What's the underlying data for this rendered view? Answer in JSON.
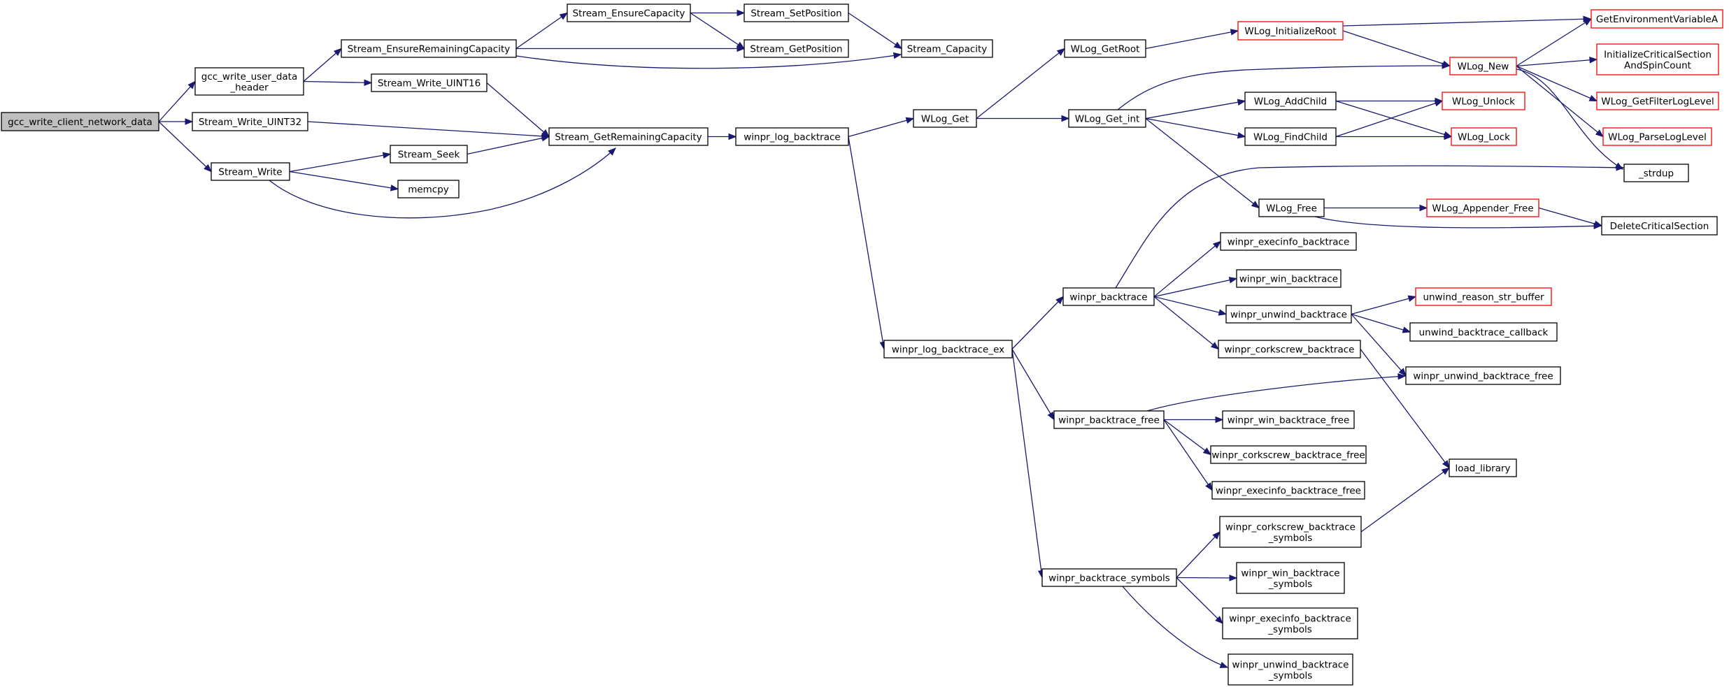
{
  "colors": {
    "edge": "#191970",
    "node_border": "#000000",
    "node_border_truncated": "#ff0000",
    "node_fill": "#ffffff",
    "root_fill": "#bfbfbf",
    "background": "#ffffff"
  },
  "nodes": [
    {
      "id": "gcc_write_client_network_data",
      "lines": [
        "gcc_write_client_network_data"
      ],
      "root": true
    },
    {
      "id": "gcc_write_user_data_header",
      "lines": [
        "gcc_write_user_data",
        "_header"
      ]
    },
    {
      "id": "Stream_Write_UINT32",
      "lines": [
        "Stream_Write_UINT32"
      ]
    },
    {
      "id": "Stream_Write",
      "lines": [
        "Stream_Write"
      ]
    },
    {
      "id": "Stream_EnsureRemainingCapacity",
      "lines": [
        "Stream_EnsureRemainingCapacity"
      ]
    },
    {
      "id": "Stream_Write_UINT16",
      "lines": [
        "Stream_Write_UINT16"
      ]
    },
    {
      "id": "Stream_EnsureCapacity",
      "lines": [
        "Stream_EnsureCapacity"
      ]
    },
    {
      "id": "Stream_SetPosition",
      "lines": [
        "Stream_SetPosition"
      ]
    },
    {
      "id": "Stream_GetPosition",
      "lines": [
        "Stream_GetPosition"
      ]
    },
    {
      "id": "Stream_Capacity",
      "lines": [
        "Stream_Capacity"
      ]
    },
    {
      "id": "Stream_Seek",
      "lines": [
        "Stream_Seek"
      ]
    },
    {
      "id": "memcpy",
      "lines": [
        "memcpy"
      ]
    },
    {
      "id": "Stream_GetRemainingCapacity",
      "lines": [
        "Stream_GetRemainingCapacity"
      ]
    },
    {
      "id": "winpr_log_backtrace",
      "lines": [
        "winpr_log_backtrace"
      ]
    },
    {
      "id": "WLog_Get",
      "lines": [
        "WLog_Get"
      ]
    },
    {
      "id": "WLog_GetRoot",
      "lines": [
        "WLog_GetRoot"
      ]
    },
    {
      "id": "WLog_Get_int",
      "lines": [
        "WLog_Get_int"
      ]
    },
    {
      "id": "WLog_InitializeRoot",
      "lines": [
        "WLog_InitializeRoot"
      ],
      "truncated": true
    },
    {
      "id": "WLog_New",
      "lines": [
        "WLog_New"
      ],
      "truncated": true
    },
    {
      "id": "WLog_AddChild",
      "lines": [
        "WLog_AddChild"
      ]
    },
    {
      "id": "WLog_FindChild",
      "lines": [
        "WLog_FindChild"
      ]
    },
    {
      "id": "WLog_Unlock",
      "lines": [
        "WLog_Unlock"
      ],
      "truncated": true
    },
    {
      "id": "WLog_Lock",
      "lines": [
        "WLog_Lock"
      ],
      "truncated": true
    },
    {
      "id": "GetEnvironmentVariableA",
      "lines": [
        "GetEnvironmentVariableA"
      ],
      "truncated": true
    },
    {
      "id": "InitializeCriticalSectionAndSpinCount",
      "lines": [
        "InitializeCriticalSection",
        "AndSpinCount"
      ],
      "truncated": true
    },
    {
      "id": "WLog_GetFilterLogLevel",
      "lines": [
        "WLog_GetFilterLogLevel"
      ],
      "truncated": true
    },
    {
      "id": "WLog_ParseLogLevel",
      "lines": [
        "WLog_ParseLogLevel"
      ],
      "truncated": true
    },
    {
      "id": "_strdup",
      "lines": [
        "_strdup"
      ]
    },
    {
      "id": "WLog_Free",
      "lines": [
        "WLog_Free"
      ]
    },
    {
      "id": "WLog_Appender_Free",
      "lines": [
        "WLog_Appender_Free"
      ],
      "truncated": true
    },
    {
      "id": "DeleteCriticalSection",
      "lines": [
        "DeleteCriticalSection"
      ]
    },
    {
      "id": "winpr_log_backtrace_ex",
      "lines": [
        "winpr_log_backtrace_ex"
      ]
    },
    {
      "id": "winpr_backtrace",
      "lines": [
        "winpr_backtrace"
      ]
    },
    {
      "id": "winpr_execinfo_backtrace",
      "lines": [
        "winpr_execinfo_backtrace"
      ]
    },
    {
      "id": "winpr_win_backtrace",
      "lines": [
        "winpr_win_backtrace"
      ]
    },
    {
      "id": "winpr_unwind_backtrace",
      "lines": [
        "winpr_unwind_backtrace"
      ]
    },
    {
      "id": "winpr_corkscrew_backtrace",
      "lines": [
        "winpr_corkscrew_backtrace"
      ]
    },
    {
      "id": "unwind_reason_str_buffer",
      "lines": [
        "unwind_reason_str_buffer"
      ],
      "truncated": true
    },
    {
      "id": "unwind_backtrace_callback",
      "lines": [
        "unwind_backtrace_callback"
      ]
    },
    {
      "id": "winpr_unwind_backtrace_free",
      "lines": [
        "winpr_unwind_backtrace_free"
      ]
    },
    {
      "id": "winpr_backtrace_free",
      "lines": [
        "winpr_backtrace_free"
      ]
    },
    {
      "id": "winpr_win_backtrace_free",
      "lines": [
        "winpr_win_backtrace_free"
      ]
    },
    {
      "id": "winpr_corkscrew_backtrace_free",
      "lines": [
        "winpr_corkscrew_backtrace_free"
      ]
    },
    {
      "id": "winpr_execinfo_backtrace_free",
      "lines": [
        "winpr_execinfo_backtrace_free"
      ]
    },
    {
      "id": "load_library",
      "lines": [
        "load_library"
      ]
    },
    {
      "id": "winpr_backtrace_symbols",
      "lines": [
        "winpr_backtrace_symbols"
      ]
    },
    {
      "id": "winpr_corkscrew_backtrace_symbols",
      "lines": [
        "winpr_corkscrew_backtrace",
        "_symbols"
      ]
    },
    {
      "id": "winpr_win_backtrace_symbols",
      "lines": [
        "winpr_win_backtrace",
        "_symbols"
      ]
    },
    {
      "id": "winpr_execinfo_backtrace_symbols",
      "lines": [
        "winpr_execinfo_backtrace",
        "_symbols"
      ]
    },
    {
      "id": "winpr_unwind_backtrace_symbols",
      "lines": [
        "winpr_unwind_backtrace",
        "_symbols"
      ]
    }
  ],
  "edges": [
    [
      "gcc_write_client_network_data",
      "gcc_write_user_data_header"
    ],
    [
      "gcc_write_client_network_data",
      "Stream_Write_UINT32"
    ],
    [
      "gcc_write_client_network_data",
      "Stream_Write"
    ],
    [
      "gcc_write_user_data_header",
      "Stream_EnsureRemainingCapacity"
    ],
    [
      "gcc_write_user_data_header",
      "Stream_Write_UINT16"
    ],
    [
      "Stream_EnsureRemainingCapacity",
      "Stream_EnsureCapacity"
    ],
    [
      "Stream_EnsureRemainingCapacity",
      "Stream_GetPosition"
    ],
    [
      "Stream_EnsureRemainingCapacity",
      "Stream_Capacity"
    ],
    [
      "Stream_EnsureCapacity",
      "Stream_SetPosition"
    ],
    [
      "Stream_EnsureCapacity",
      "Stream_GetPosition"
    ],
    [
      "Stream_SetPosition",
      "Stream_Capacity"
    ],
    [
      "Stream_Write_UINT16",
      "Stream_GetRemainingCapacity"
    ],
    [
      "Stream_Write_UINT32",
      "Stream_GetRemainingCapacity"
    ],
    [
      "Stream_Write",
      "Stream_Seek"
    ],
    [
      "Stream_Write",
      "memcpy"
    ],
    [
      "Stream_Write",
      "Stream_GetRemainingCapacity"
    ],
    [
      "Stream_Seek",
      "Stream_GetRemainingCapacity"
    ],
    [
      "Stream_GetRemainingCapacity",
      "winpr_log_backtrace"
    ],
    [
      "winpr_log_backtrace",
      "WLog_Get"
    ],
    [
      "winpr_log_backtrace",
      "winpr_log_backtrace_ex"
    ],
    [
      "WLog_Get",
      "WLog_GetRoot"
    ],
    [
      "WLog_Get",
      "WLog_Get_int"
    ],
    [
      "WLog_GetRoot",
      "WLog_InitializeRoot"
    ],
    [
      "WLog_InitializeRoot",
      "GetEnvironmentVariableA"
    ],
    [
      "WLog_InitializeRoot",
      "WLog_New"
    ],
    [
      "WLog_Get_int",
      "WLog_New"
    ],
    [
      "WLog_Get_int",
      "WLog_AddChild"
    ],
    [
      "WLog_Get_int",
      "WLog_FindChild"
    ],
    [
      "WLog_Get_int",
      "WLog_Free"
    ],
    [
      "WLog_AddChild",
      "WLog_Unlock"
    ],
    [
      "WLog_AddChild",
      "WLog_Lock"
    ],
    [
      "WLog_FindChild",
      "WLog_Unlock"
    ],
    [
      "WLog_FindChild",
      "WLog_Lock"
    ],
    [
      "WLog_New",
      "GetEnvironmentVariableA"
    ],
    [
      "WLog_New",
      "InitializeCriticalSectionAndSpinCount"
    ],
    [
      "WLog_New",
      "WLog_GetFilterLogLevel"
    ],
    [
      "WLog_New",
      "WLog_ParseLogLevel"
    ],
    [
      "WLog_New",
      "_strdup"
    ],
    [
      "WLog_Free",
      "WLog_Appender_Free"
    ],
    [
      "WLog_Free",
      "DeleteCriticalSection"
    ],
    [
      "WLog_Appender_Free",
      "DeleteCriticalSection"
    ],
    [
      "winpr_log_backtrace_ex",
      "winpr_backtrace"
    ],
    [
      "winpr_log_backtrace_ex",
      "winpr_backtrace_free"
    ],
    [
      "winpr_log_backtrace_ex",
      "winpr_backtrace_symbols"
    ],
    [
      "winpr_backtrace",
      "_strdup"
    ],
    [
      "winpr_backtrace",
      "winpr_execinfo_backtrace"
    ],
    [
      "winpr_backtrace",
      "winpr_win_backtrace"
    ],
    [
      "winpr_backtrace",
      "winpr_unwind_backtrace"
    ],
    [
      "winpr_backtrace",
      "winpr_corkscrew_backtrace"
    ],
    [
      "winpr_unwind_backtrace",
      "unwind_reason_str_buffer"
    ],
    [
      "winpr_unwind_backtrace",
      "unwind_backtrace_callback"
    ],
    [
      "winpr_unwind_backtrace",
      "winpr_unwind_backtrace_free"
    ],
    [
      "winpr_corkscrew_backtrace",
      "load_library"
    ],
    [
      "winpr_backtrace_free",
      "winpr_unwind_backtrace_free"
    ],
    [
      "winpr_backtrace_free",
      "winpr_win_backtrace_free"
    ],
    [
      "winpr_backtrace_free",
      "winpr_corkscrew_backtrace_free"
    ],
    [
      "winpr_backtrace_free",
      "winpr_execinfo_backtrace_free"
    ],
    [
      "winpr_backtrace_symbols",
      "winpr_corkscrew_backtrace_symbols"
    ],
    [
      "winpr_backtrace_symbols",
      "winpr_win_backtrace_symbols"
    ],
    [
      "winpr_backtrace_symbols",
      "winpr_execinfo_backtrace_symbols"
    ],
    [
      "winpr_backtrace_symbols",
      "winpr_unwind_backtrace_symbols"
    ],
    [
      "winpr_corkscrew_backtrace_symbols",
      "load_library"
    ]
  ]
}
